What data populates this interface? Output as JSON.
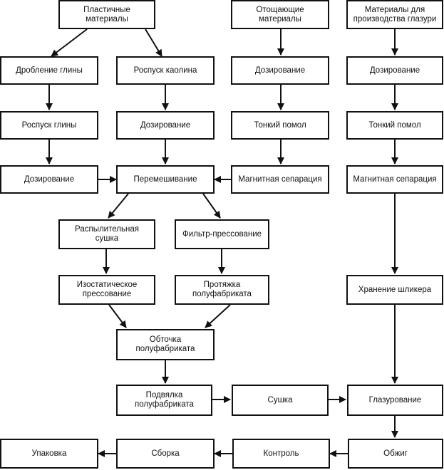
{
  "nodes": {
    "plastic": "Пластичные\nматериалы",
    "lean": "Отощающие\nматериалы",
    "glaze_mat": "Материалы для\nпроизводства глазури",
    "clay_crush": "Дробление глины",
    "kaolin_diss": "Роспуск каолина",
    "lean_dose": "Дозирование",
    "glaze_dose": "Дозирование",
    "clay_diss": "Роспуск глины",
    "kaolin_dose": "Дозирование",
    "lean_grind": "Тонкий помол",
    "glaze_grind": "Тонкий помол",
    "clay_dose": "Дозирование",
    "mixing": "Перемешивание",
    "lean_magsep": "Магнитная сепарация",
    "glaze_magsep": "Магнитная сепарация",
    "spray_dry": "Распылительная\nсушка",
    "filter_press": "Фильтр-прессование",
    "iso_press": "Изостатическое\nпрессование",
    "extrusion": "Протяжка\nполуфабриката",
    "slip_store": "Хранение шликера",
    "turning": "Обточка\nполуфабриката",
    "wilting": "Подвялка\nполуфабриката",
    "drying": "Сушка",
    "glazing": "Глазурование",
    "packing": "Упаковка",
    "assembly": "Сборка",
    "control": "Контроль",
    "firing": "Обжиг"
  }
}
